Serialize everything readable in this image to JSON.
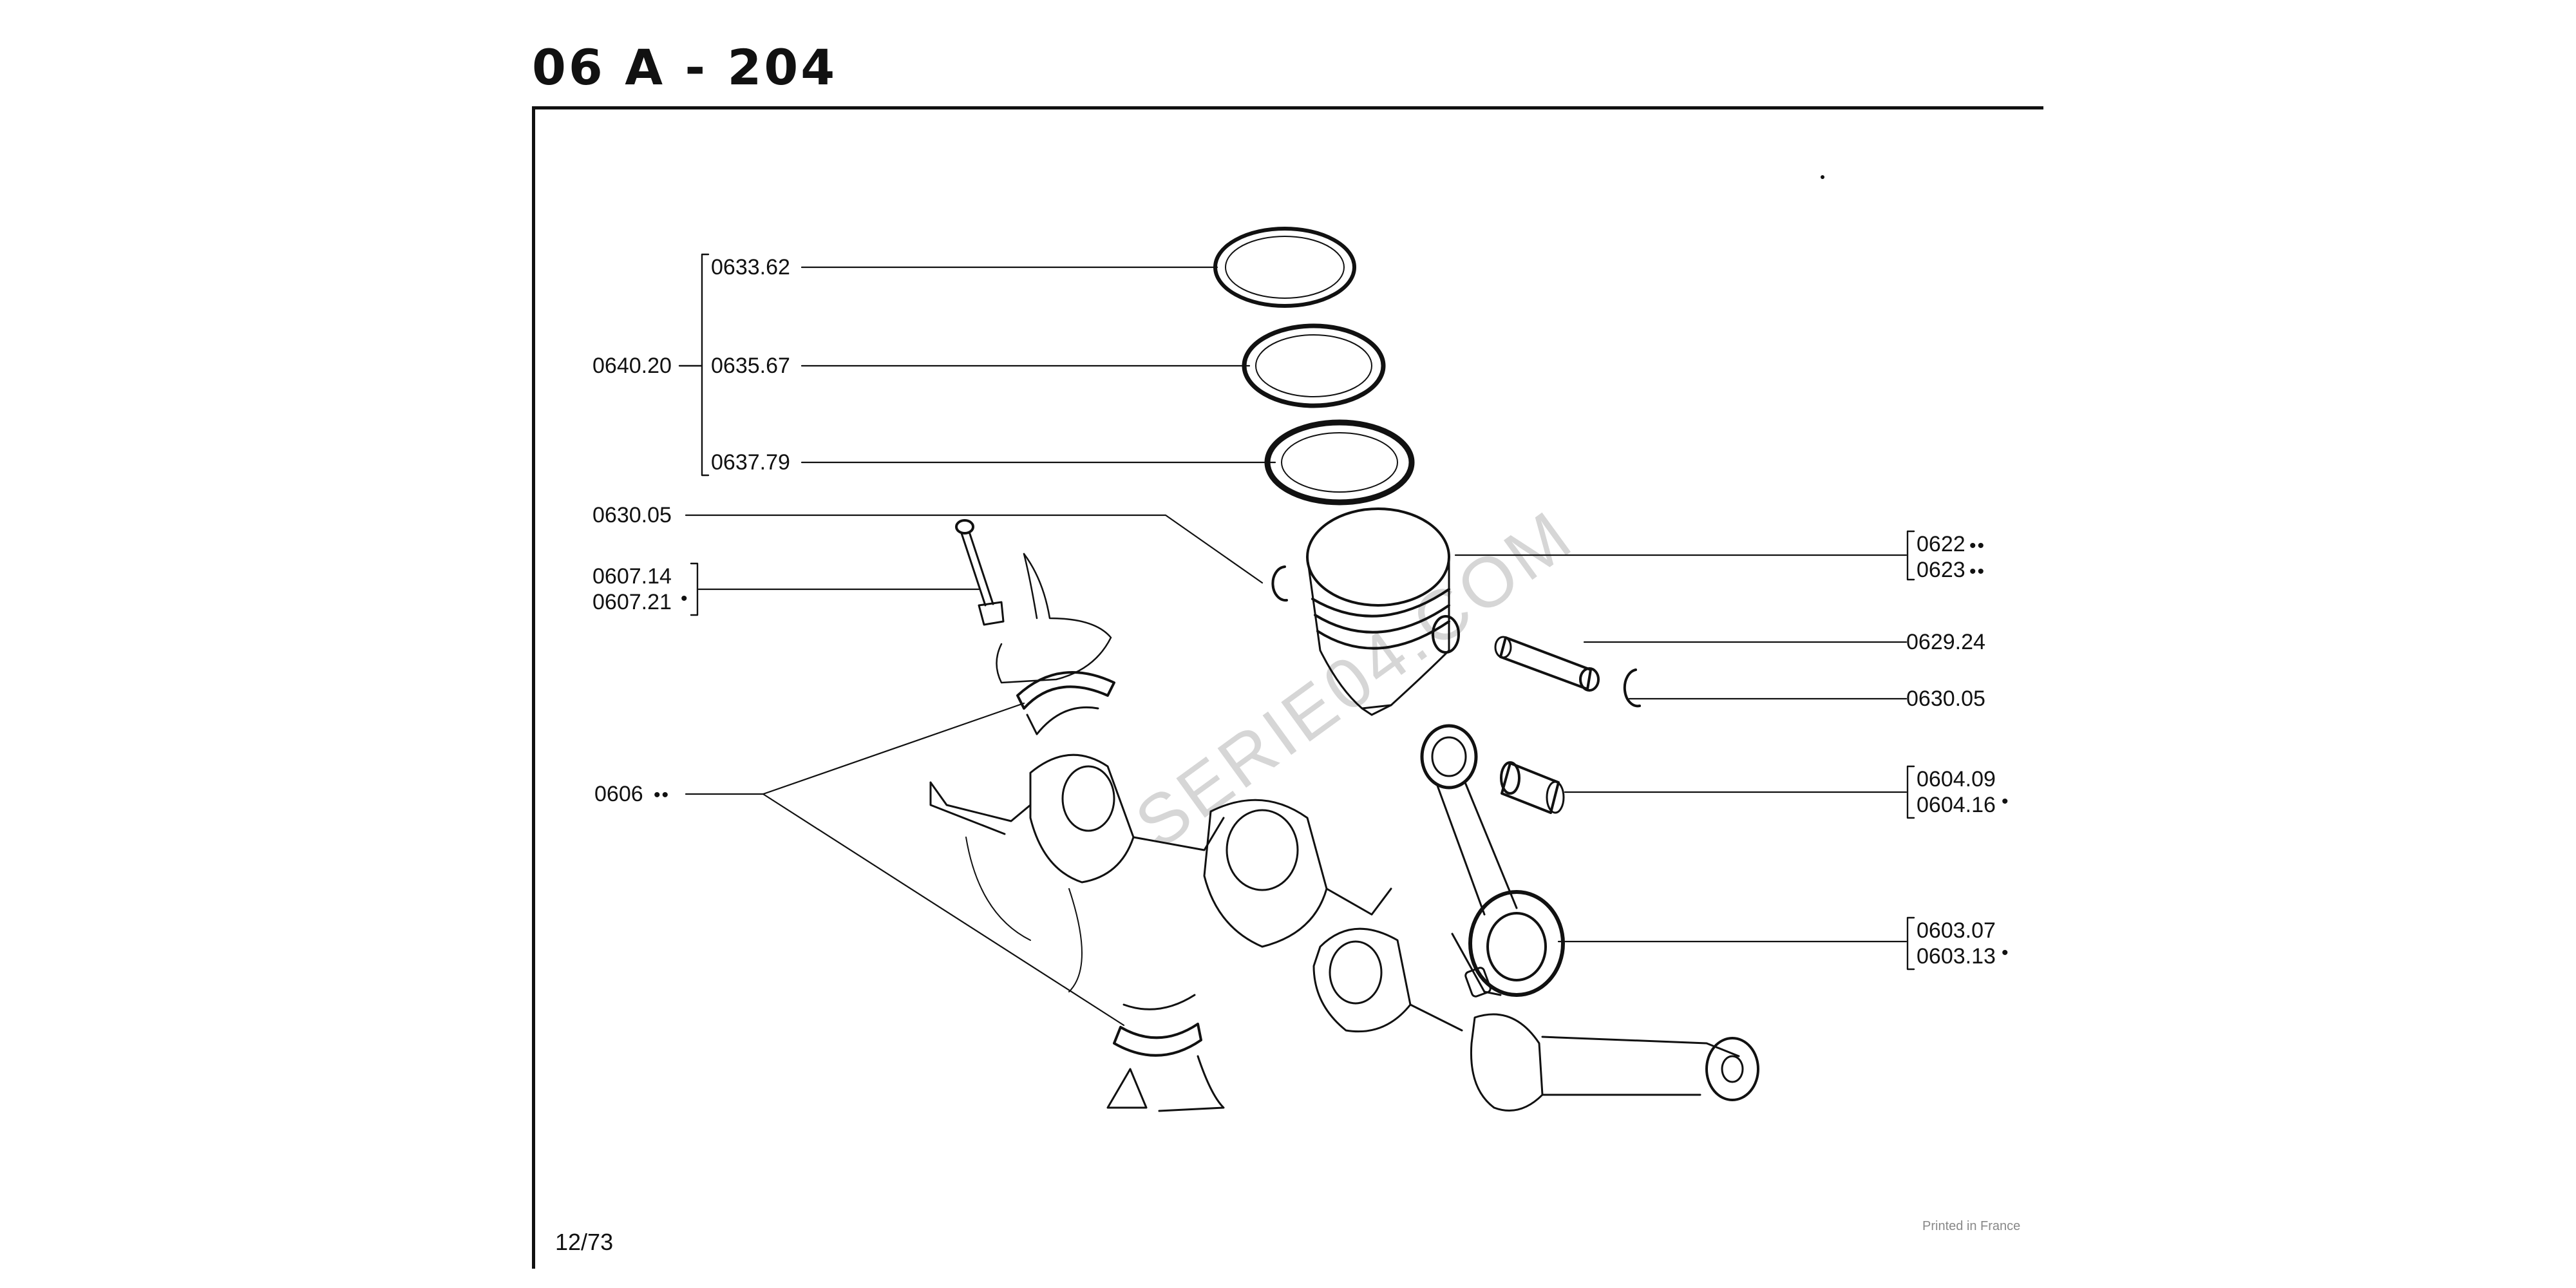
{
  "header": {
    "title": "06 A - 204"
  },
  "footer": {
    "page_number": "12/73",
    "printed": "Printed in France"
  },
  "watermark": "SERIE04.COM",
  "parts": {
    "ring_set": "0640.20",
    "ring_top": "0633.62",
    "ring_mid": "0635.67",
    "ring_low": "0637.79",
    "circlip_left": "0630.05",
    "bolt_a": "0607.14",
    "bolt_b": "0607.21",
    "piston_a": "0622",
    "piston_b": "0623",
    "gudgeon_pin": "0629.24",
    "circlip_right": "0630.05",
    "bushing_a": "0604.09",
    "bushing_b": "0604.16",
    "rod_a": "0603.07",
    "rod_b": "0603.13",
    "bearings": "0606"
  },
  "markers": {
    "double": "••",
    "single": "•"
  }
}
